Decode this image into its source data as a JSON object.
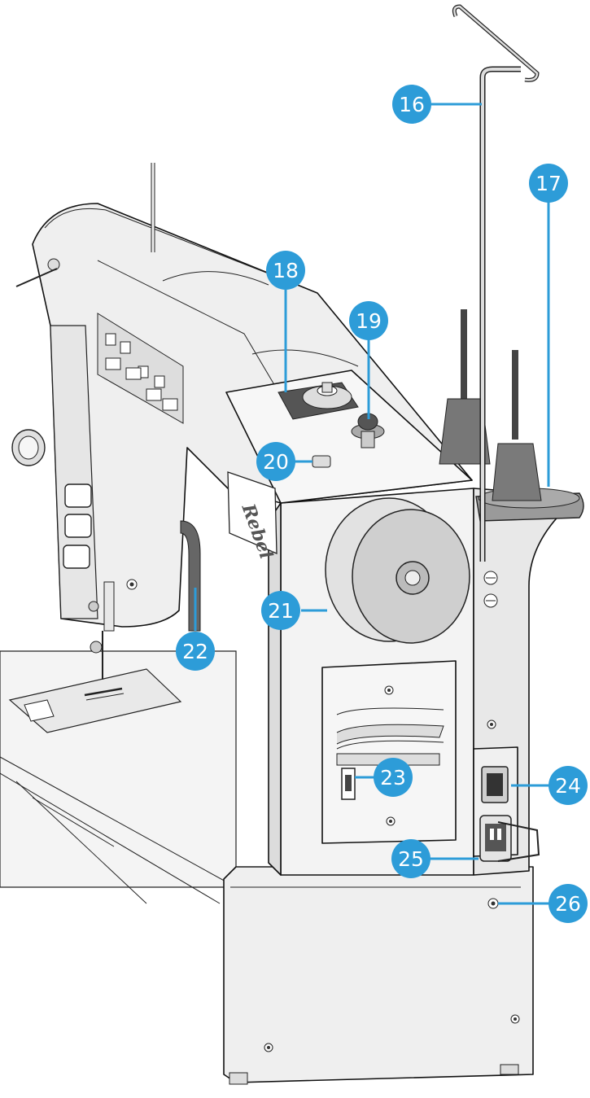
{
  "figure": {
    "brand_logo_text": "Rebel",
    "callout_color": "#2d9cd8",
    "callouts": [
      {
        "label": "16",
        "part": "thread-guide-bar-callout"
      },
      {
        "label": "17",
        "part": "spool-holder-callout"
      },
      {
        "label": "18",
        "part": "bobbin-winder-callout"
      },
      {
        "label": "19",
        "part": "bobbin-winder-tension-callout"
      },
      {
        "label": "20",
        "part": "bobbin-winder-switch-callout"
      },
      {
        "label": "21",
        "part": "handwheel-callout"
      },
      {
        "label": "22",
        "part": "handle-callout"
      },
      {
        "label": "23",
        "part": "socket-callout"
      },
      {
        "label": "24",
        "part": "power-switch-callout"
      },
      {
        "label": "25",
        "part": "power-socket-callout"
      },
      {
        "label": "26",
        "part": "grounding-screw-callout"
      }
    ]
  }
}
